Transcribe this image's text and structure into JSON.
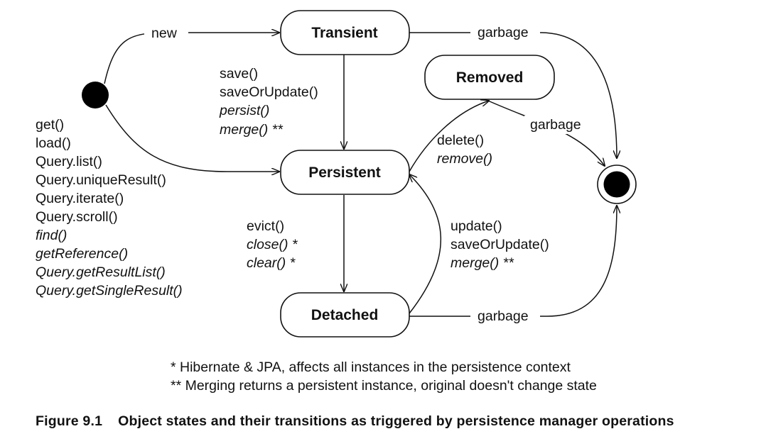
{
  "states": {
    "transient": "Transient",
    "persistent": "Persistent",
    "removed": "Removed",
    "detached": "Detached"
  },
  "transitions": {
    "new": "new",
    "garbage": "garbage",
    "to_persistent_from_transient": [
      "save()",
      "saveOrUpdate()",
      "persist()",
      "merge() **"
    ],
    "to_persistent_from_initial": [
      "get()",
      "load()",
      "Query.list()",
      "Query.uniqueResult()",
      "Query.iterate()",
      "Query.scroll()",
      "find()",
      "getReference()",
      "Query.getResultList()",
      "Query.getSingleResult()"
    ],
    "to_removed": [
      "delete()",
      "remove()"
    ],
    "to_detached": [
      "evict()",
      "close() *",
      "clear() *"
    ],
    "to_persistent_from_detached": [
      "update()",
      "saveOrUpdate()",
      "merge() **"
    ]
  },
  "footnotes": [
    "* Hibernate & JPA, affects all instances in the persistence context",
    "** Merging returns a persistent instance, original doesn't change state"
  ],
  "caption": {
    "number": "Figure 9.1",
    "text": "Object states and their transitions as triggered by persistence manager operations"
  }
}
